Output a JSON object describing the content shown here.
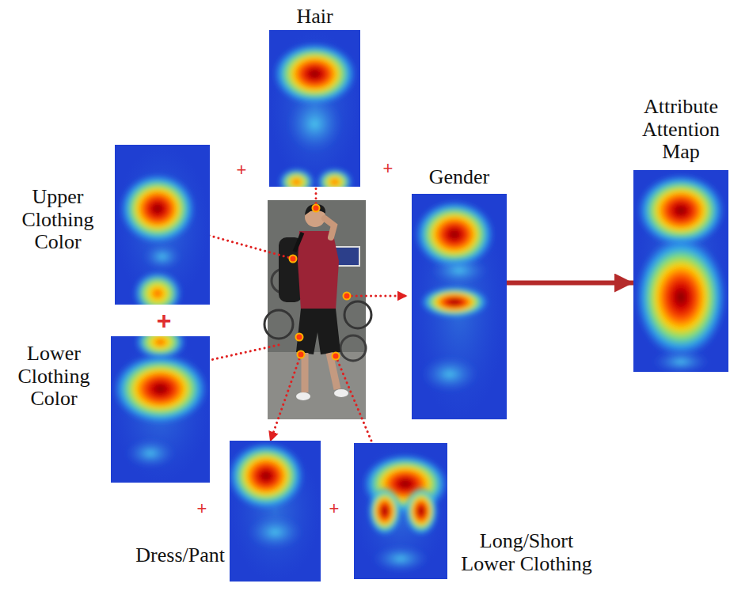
{
  "diagram": {
    "nodes": [
      {
        "text": [
          "Hair"
        ]
      },
      {
        "text": [
          "Upper Clothing Color"
        ]
      },
      {
        "text": [
          "Gender"
        ]
      },
      {
        "text": [
          "Attribute Attention Map"
        ]
      },
      {
        "text": [
          "Lower Clothing Color"
        ]
      },
      {
        "text": [
          "Dress/Pant"
        ]
      },
      {
        "text": [
          "Long/Short Lower Clothing"
        ]
      }
    ],
    "edges": [
      {
        "from": 2,
        "to": 3,
        "arrow": "to"
      }
    ],
    "labels": [
      "+",
      "+",
      "+",
      "+",
      "+"
    ]
  }
}
